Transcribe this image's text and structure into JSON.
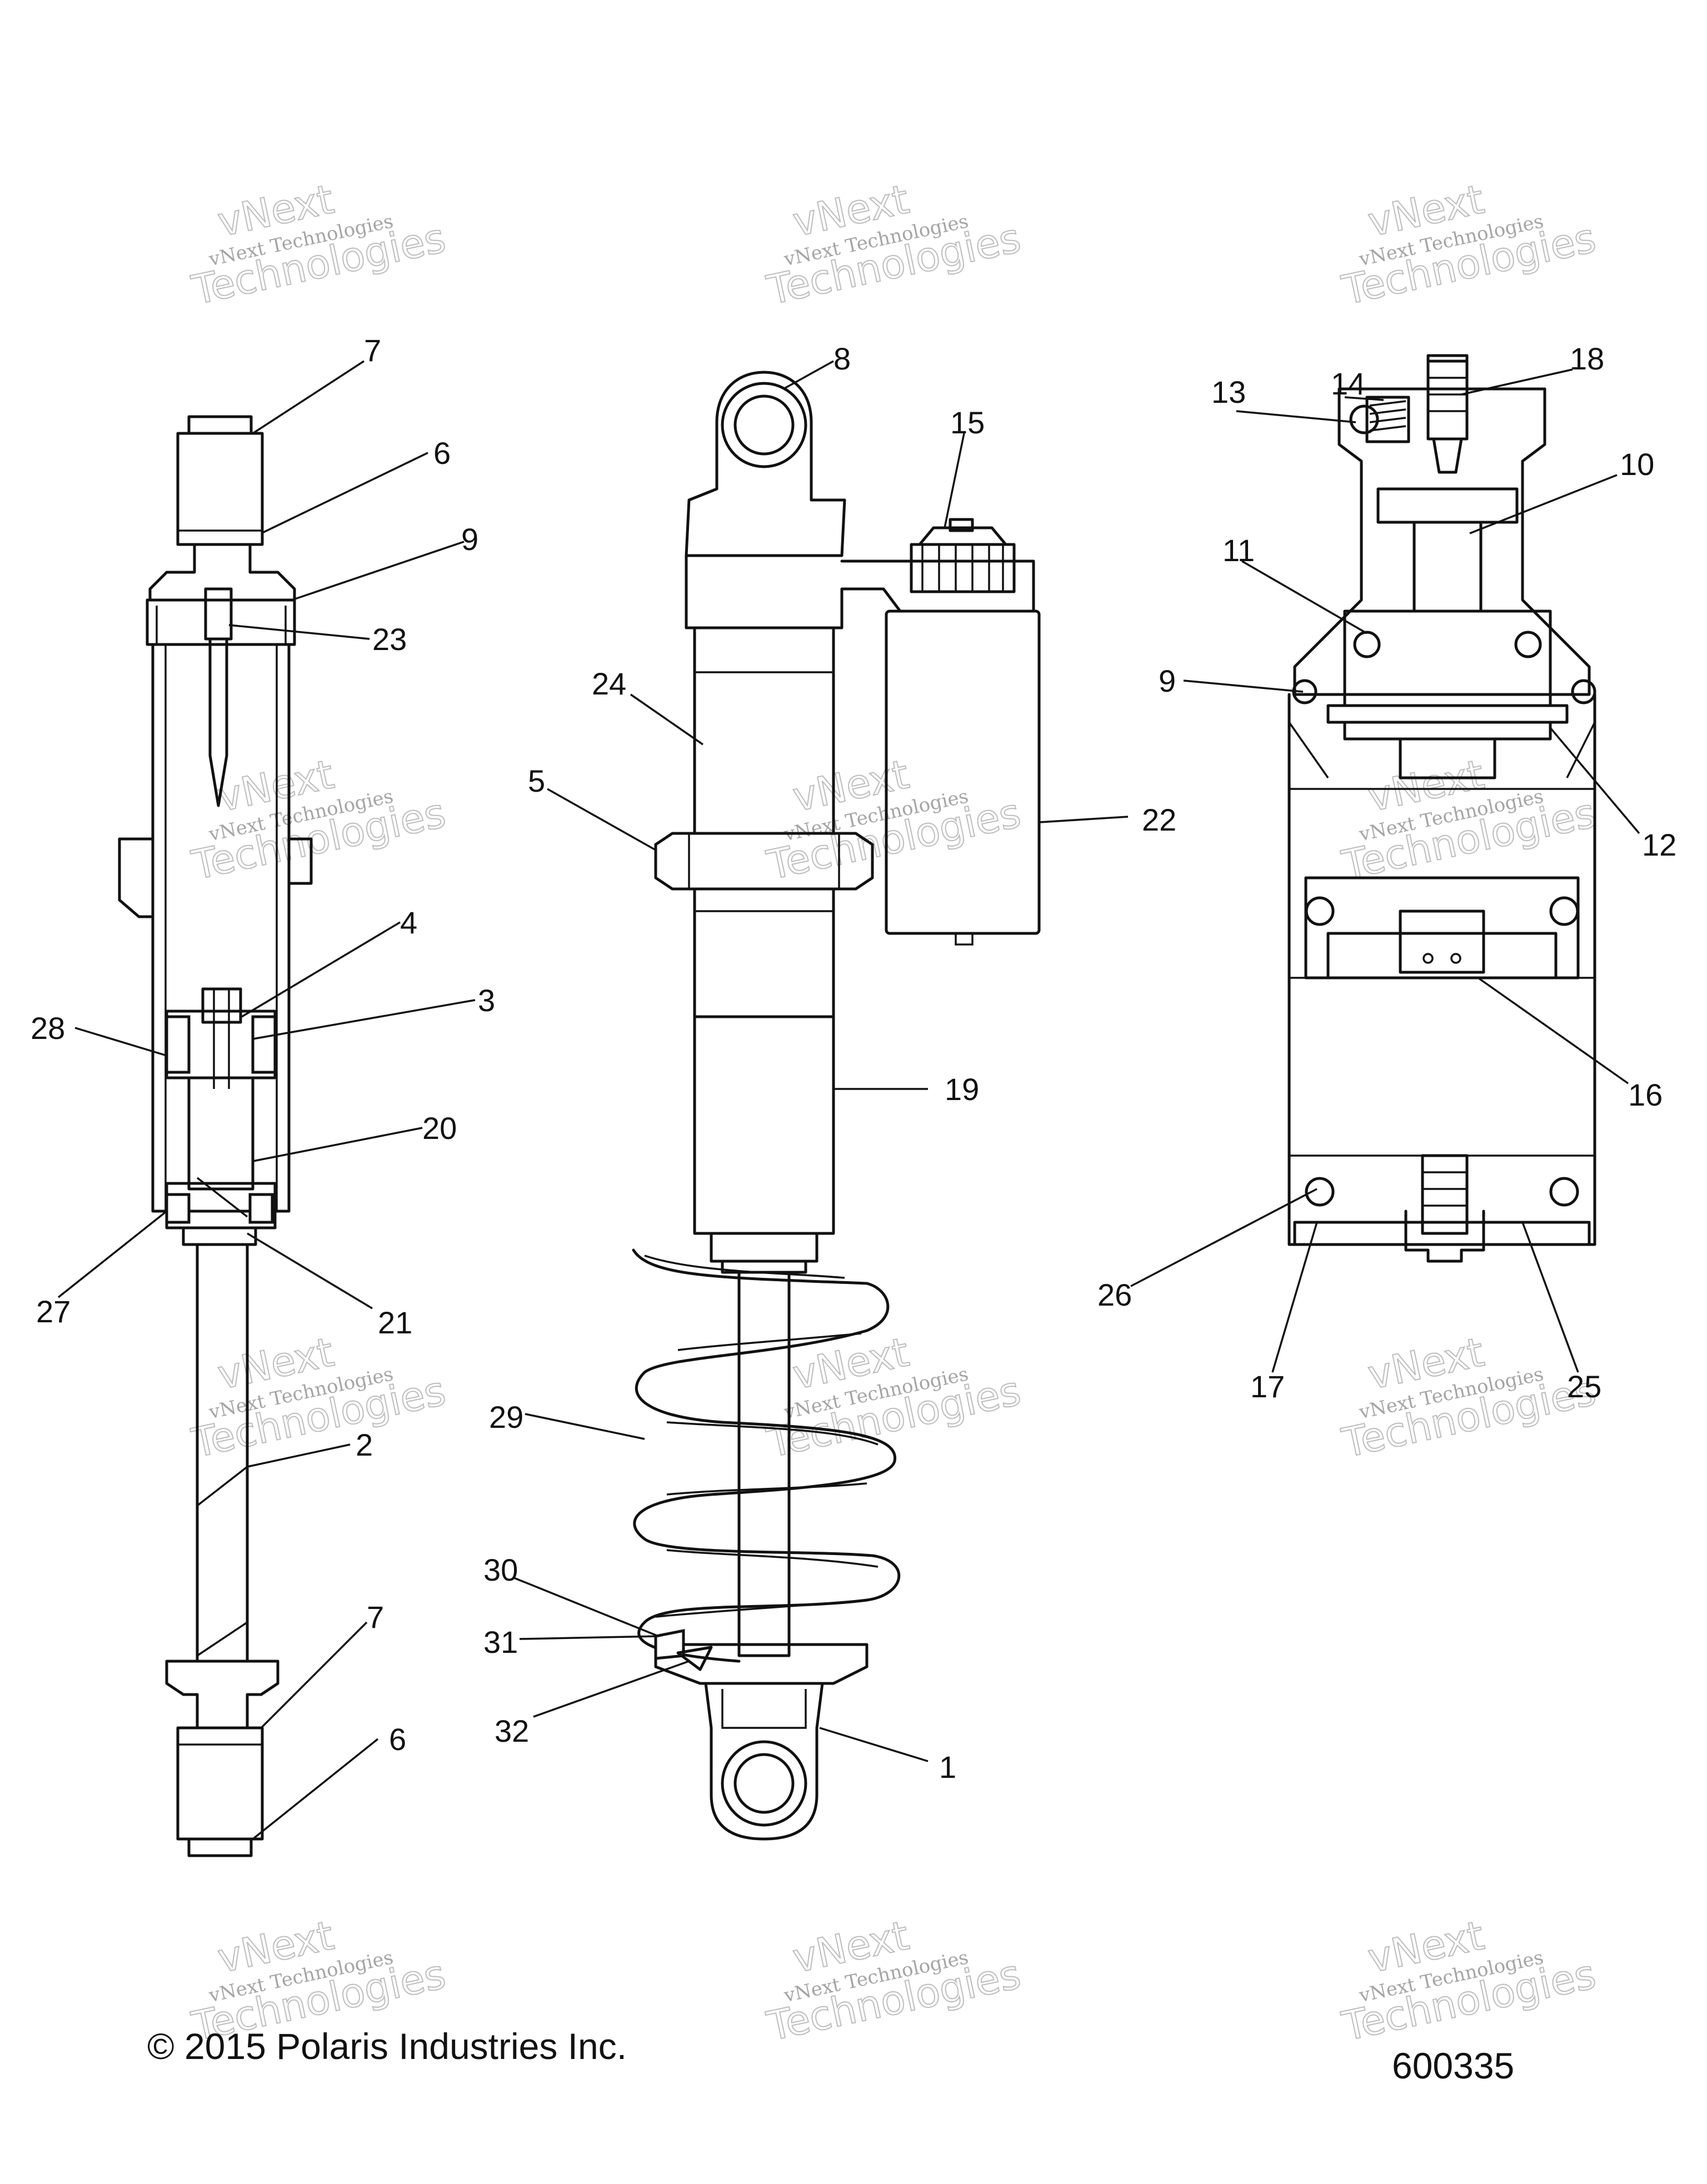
{
  "watermark": {
    "line1": "vNext",
    "line2": "vNext Technologies",
    "line3": "Technologies"
  },
  "callouts": [
    "1",
    "2",
    "3",
    "4",
    "5",
    "6",
    "6",
    "7",
    "7",
    "8",
    "9",
    "9",
    "10",
    "11",
    "12",
    "13",
    "14",
    "15",
    "16",
    "17",
    "18",
    "19",
    "20",
    "21",
    "22",
    "23",
    "24",
    "25",
    "26",
    "27",
    "28",
    "29",
    "30",
    "31",
    "32"
  ],
  "footer": {
    "copyright": "© 2015 Polaris Industries Inc.",
    "diagram_id": "600335"
  }
}
